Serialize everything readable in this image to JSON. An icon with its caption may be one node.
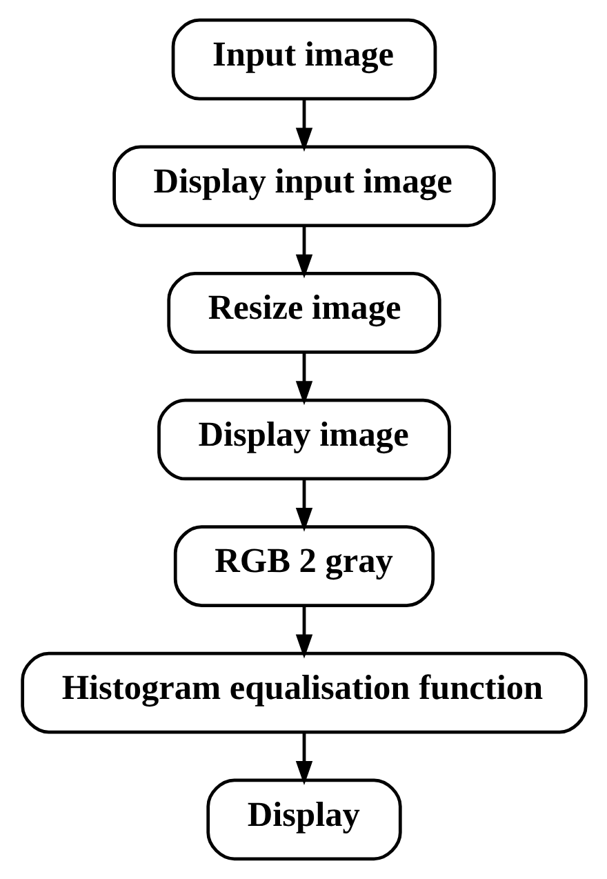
{
  "diagram": {
    "nodes": [
      {
        "text": [
          "Input image"
        ]
      },
      {
        "text": [
          "Display input image"
        ]
      },
      {
        "text": [
          "Resize image"
        ]
      },
      {
        "text": [
          "Display image"
        ]
      },
      {
        "text": [
          "RGB 2 gray"
        ]
      },
      {
        "text": [
          "Histogram equalisation function"
        ]
      },
      {
        "text": [
          "Display"
        ]
      }
    ],
    "edges": [
      {
        "from": 0,
        "to": 1,
        "arrow": "to"
      },
      {
        "from": 1,
        "to": 2,
        "arrow": "to"
      },
      {
        "from": 2,
        "to": 3,
        "arrow": "to"
      },
      {
        "from": 3,
        "to": 4,
        "arrow": "to"
      },
      {
        "from": 4,
        "to": 5,
        "arrow": "to"
      },
      {
        "from": 5,
        "to": 6,
        "arrow": "to"
      }
    ]
  }
}
